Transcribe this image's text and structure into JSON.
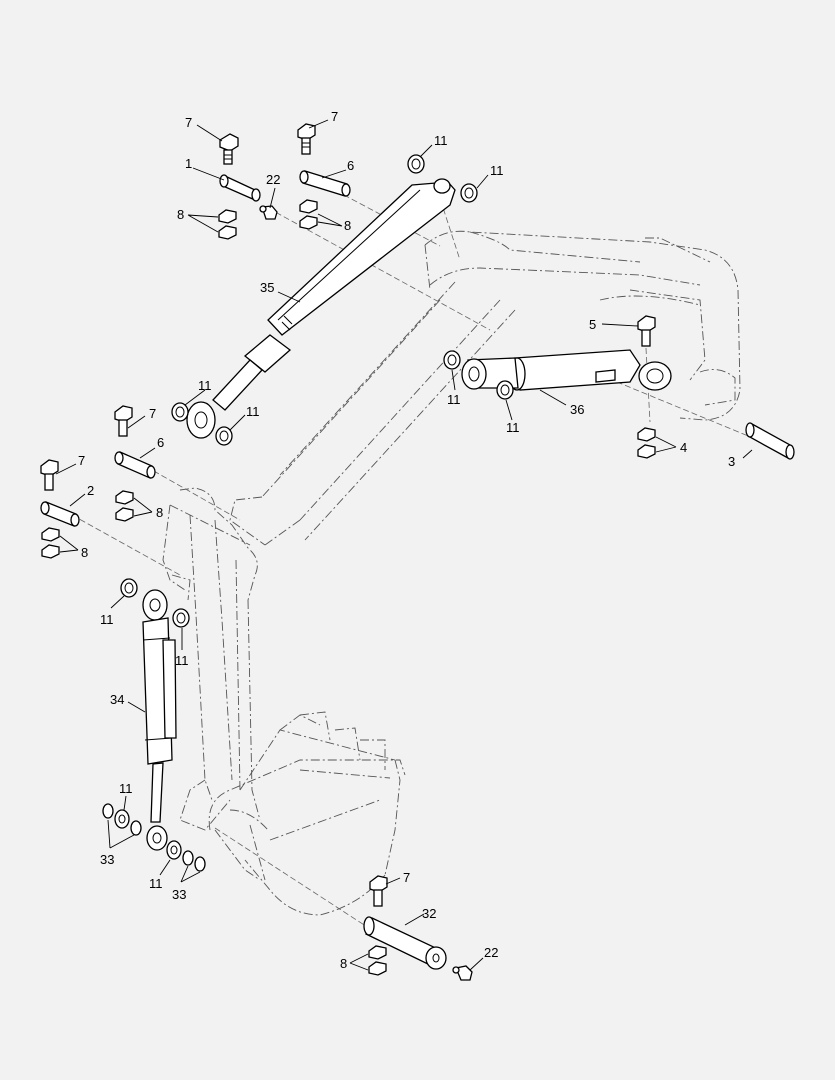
{
  "background": "#f2f2f2",
  "callouts": {
    "c7a": "7",
    "c7b": "7",
    "c7c": "7",
    "c7d": "7",
    "c7e": "7",
    "c1": "1",
    "c22a": "22",
    "c6a": "6",
    "c8a": "8",
    "c8b": "8",
    "c11a": "11",
    "c11b": "11",
    "c35": "35",
    "c11c": "11",
    "c11d": "11",
    "c5": "5",
    "c11e": "11",
    "c11f": "11",
    "c36": "36",
    "c4": "4",
    "c3": "3",
    "c6b": "6",
    "c8c": "8",
    "c2": "2",
    "c8d": "8",
    "c11g": "11",
    "c11h": "11",
    "c34": "34",
    "c11i": "11",
    "c33a": "33",
    "c11j": "11",
    "c33b": "33",
    "c32": "32",
    "c8e": "8",
    "c22b": "22"
  }
}
